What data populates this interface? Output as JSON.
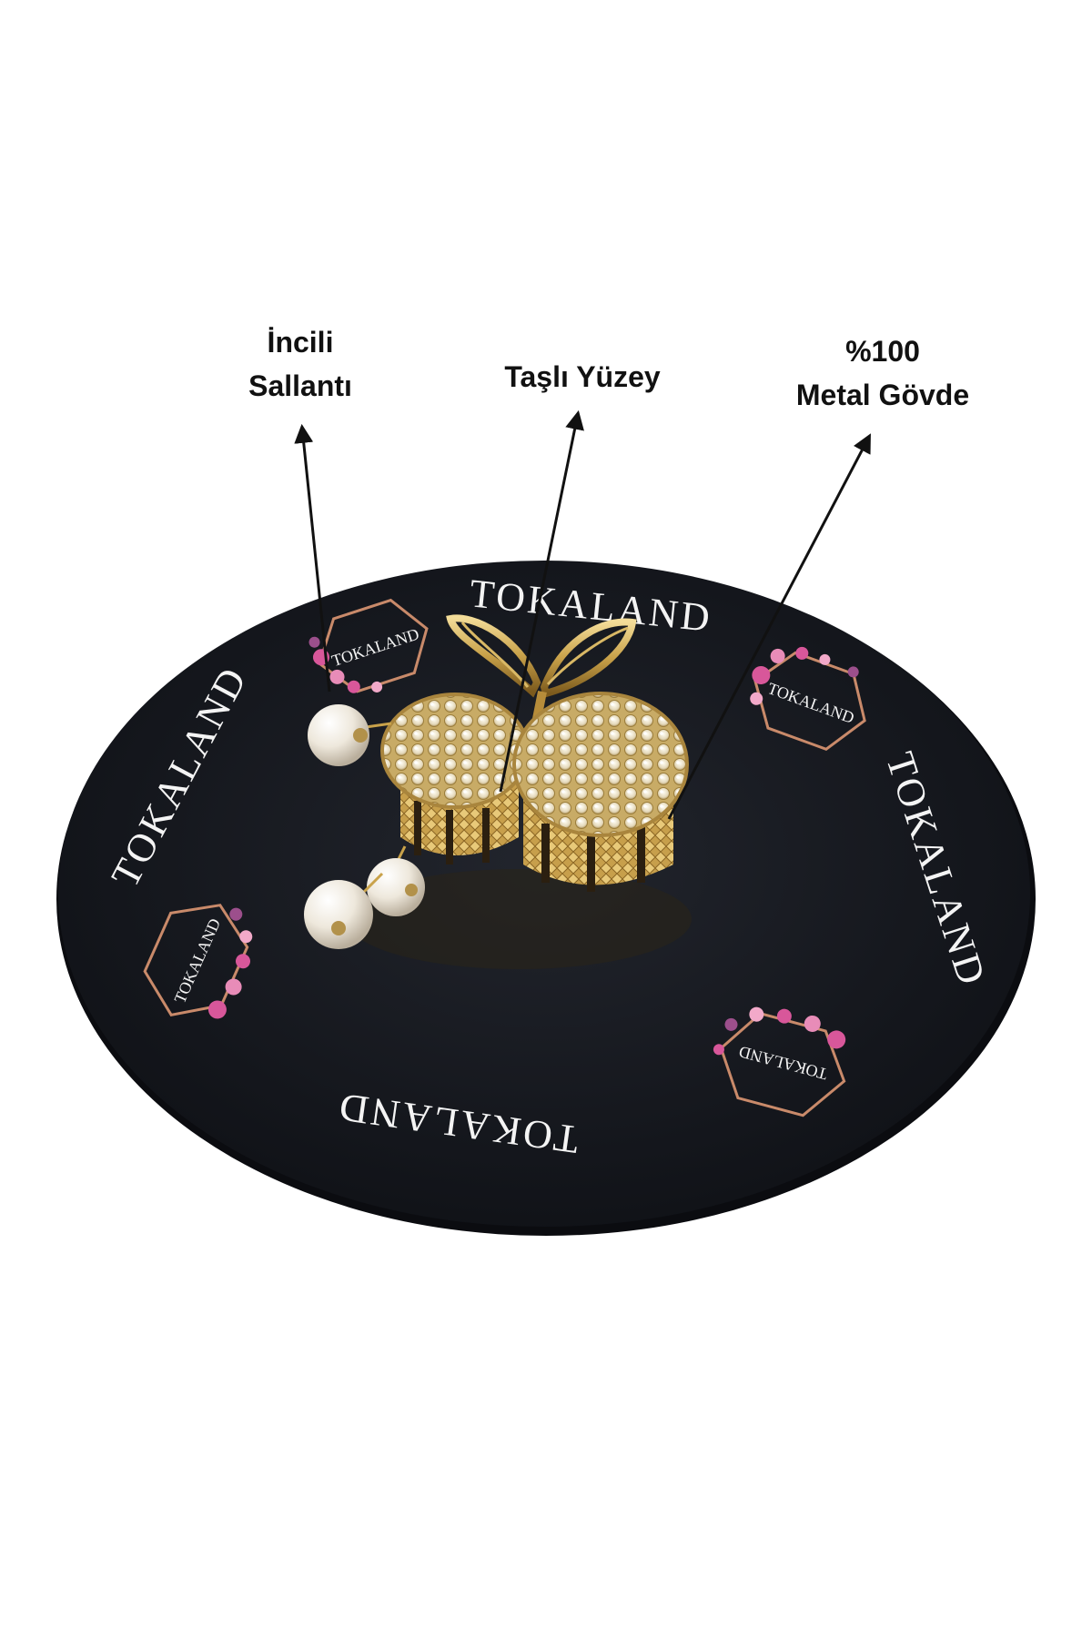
{
  "callouts": {
    "pearl": {
      "line1": "İncili",
      "line2": "Sallantı"
    },
    "stones": {
      "line1": "Taşlı Yüzey"
    },
    "metal": {
      "line1": "%100",
      "line2": "Metal Gövde"
    }
  },
  "brand": {
    "name": "TOKALAND"
  },
  "colors": {
    "board": "#14161c",
    "gold": "#c9a24a",
    "pearl": "#f2ede4",
    "flower_pink": "#d8579a",
    "rose_gold": "#c98a6a",
    "text": "#111111",
    "board_text": "#f4f4f4"
  }
}
